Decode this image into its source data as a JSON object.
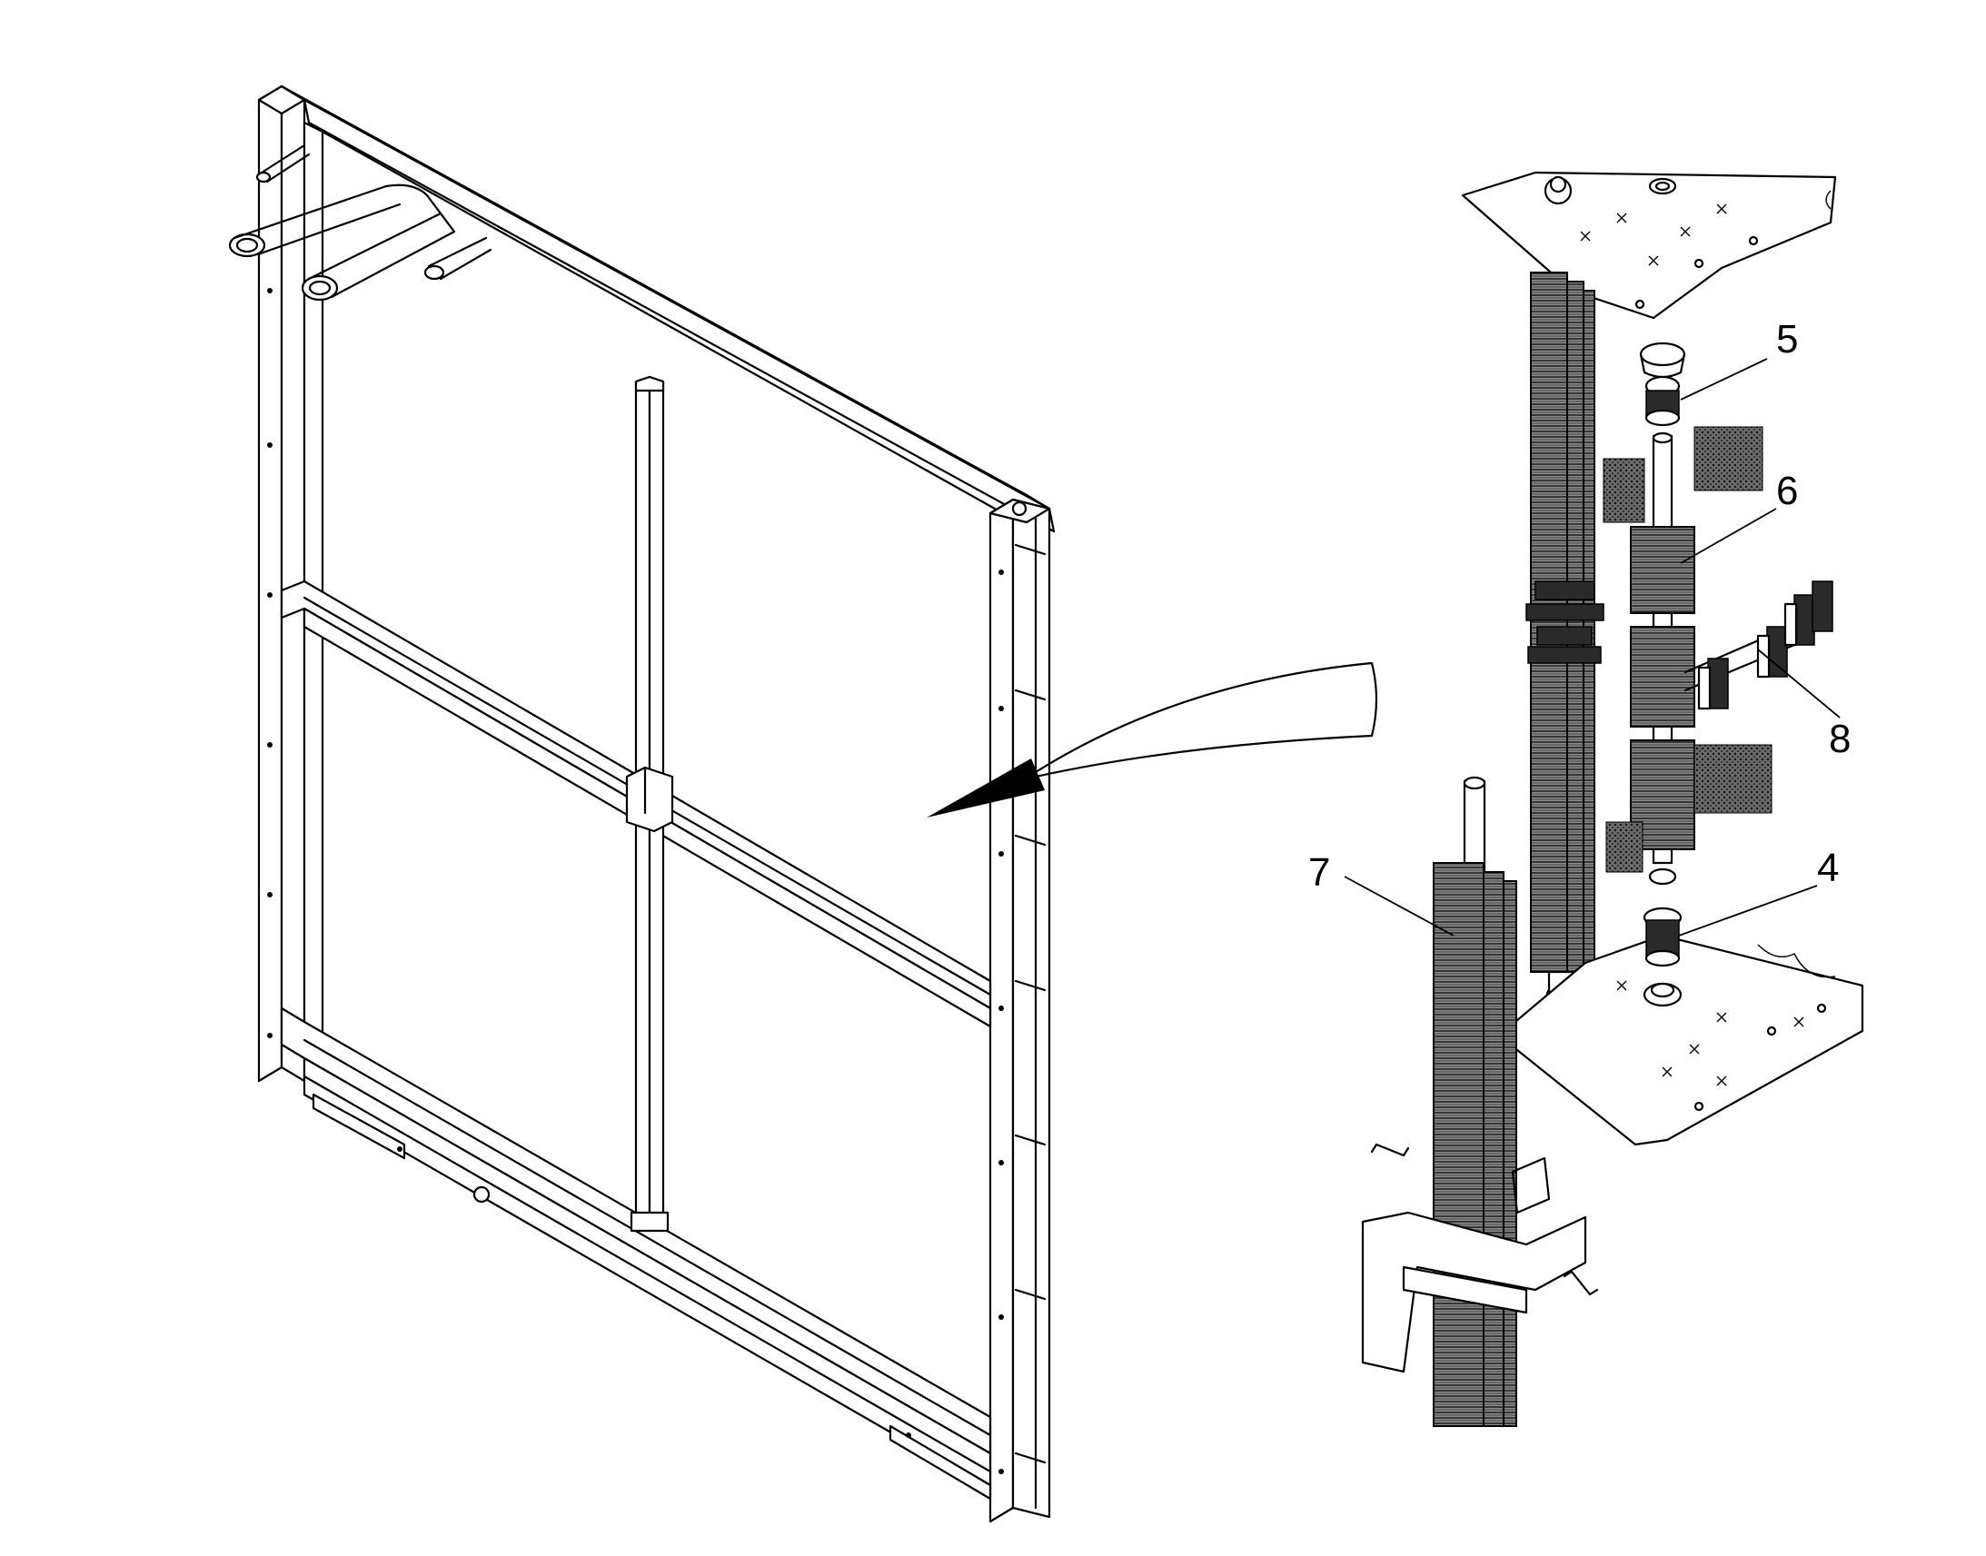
{
  "callouts": [
    {
      "id": "callout-4",
      "label": "4"
    },
    {
      "id": "callout-5",
      "label": "5"
    },
    {
      "id": "callout-6",
      "label": "6"
    },
    {
      "id": "callout-7",
      "label": "7"
    },
    {
      "id": "callout-8",
      "label": "8"
    }
  ],
  "colors": {
    "line": "#000000",
    "background": "#ffffff",
    "coil_fill": "#555555"
  }
}
